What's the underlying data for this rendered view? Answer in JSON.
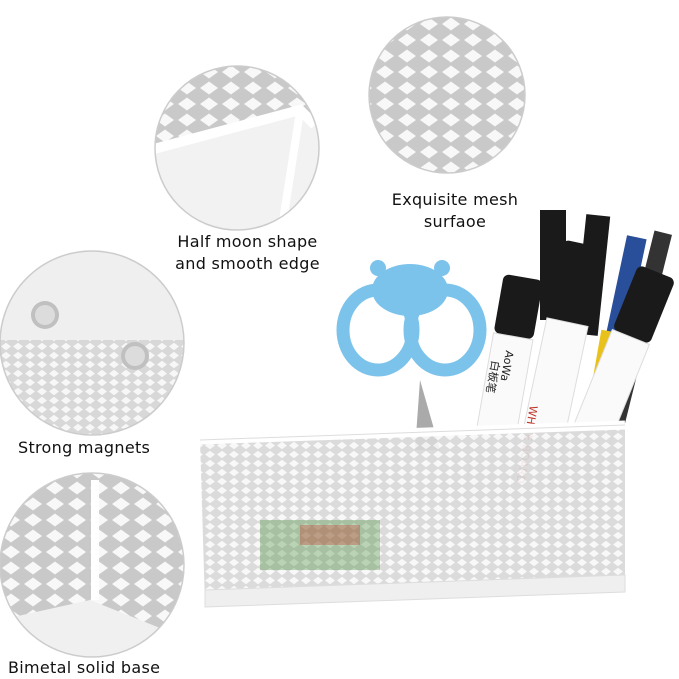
{
  "features": [
    {
      "id": "half-moon",
      "line1": "Half moon shape",
      "line2": "and smooth edge"
    },
    {
      "id": "mesh",
      "line1": "Exquisite mesh",
      "line2": "surfaoe"
    },
    {
      "id": "magnets",
      "line1": "Strong magnets"
    },
    {
      "id": "base",
      "line1": "Bimetal solid base"
    }
  ],
  "product": {
    "marker_brand": "AoWa",
    "marker_text": "白板笔",
    "marker_sub": "WHITE BOARD"
  },
  "colors": {
    "mesh": "#e6e6e6",
    "scissors": "#7cc3ec",
    "marker_cap": "#1a1a1a",
    "pen_blue": "#2a4f9a",
    "pen_yellow": "#e8c21a"
  }
}
